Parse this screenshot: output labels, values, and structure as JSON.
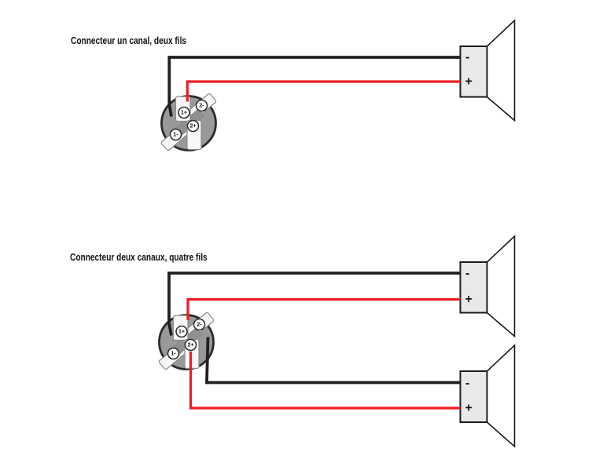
{
  "sections": [
    {
      "title": "Connecteur un canal, deux fils",
      "speakers": [
        {
          "neg": "-",
          "pos": "+"
        }
      ]
    },
    {
      "title": "Connecteur deux canaux, quatre fils",
      "speakers": [
        {
          "neg": "-",
          "pos": "+"
        },
        {
          "neg": "-",
          "pos": "+"
        }
      ]
    }
  ],
  "connector_terminals": [
    {
      "label": "1+"
    },
    {
      "label": "2-"
    },
    {
      "label": "1-"
    },
    {
      "label": "2+"
    }
  ],
  "colors": {
    "wire_positive": "#ed1c24",
    "wire_negative": "#231f20",
    "connector_body": "#999999",
    "connector_inner_shade": "#8f8f8f",
    "connector_outline": "#2b2b2b",
    "terminal_fill": "#f7f7f7",
    "terminal_edge": "#8a8a8a",
    "speaker_fill": "#e9e9e9",
    "speaker_outline": "#1a1a1a"
  }
}
